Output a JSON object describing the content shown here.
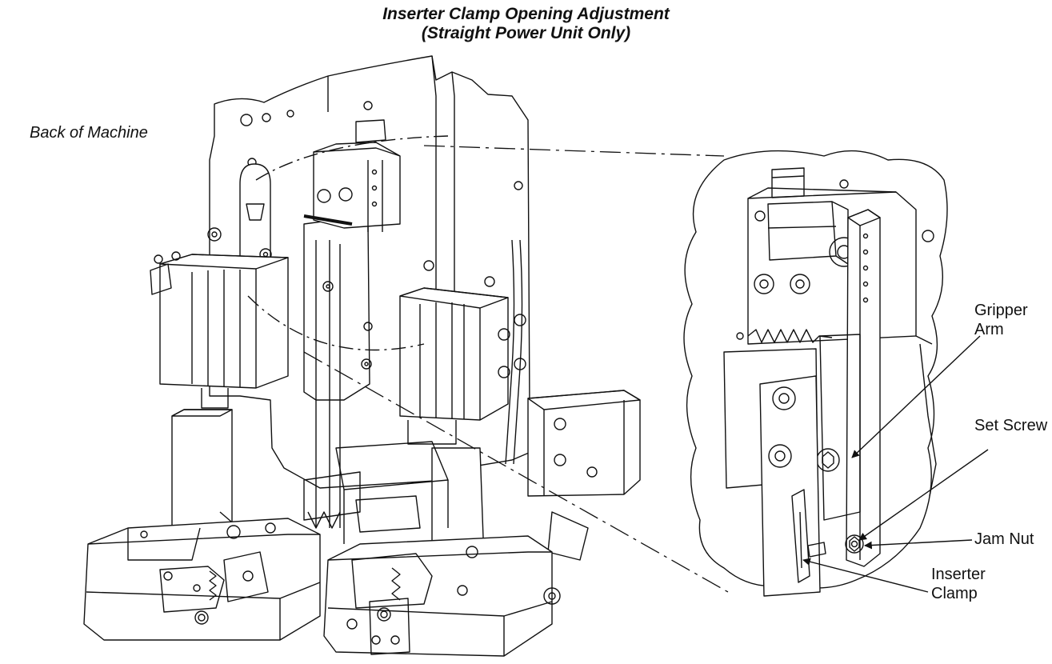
{
  "figure": {
    "title_line_1": "Inserter Clamp Opening Adjustment",
    "title_line_2": "(Straight Power Unit Only)",
    "ink_color": "#111111",
    "background_color": "#ffffff"
  },
  "labels": {
    "back_of_machine": "Back of Machine",
    "gripper_arm_line_1": "Gripper",
    "gripper_arm_line_2": "Arm",
    "set_screw": "Set Screw",
    "jam_nut": "Jam Nut",
    "inserter_clamp_line_1": "Inserter",
    "inserter_clamp_line_2": "Clamp"
  }
}
